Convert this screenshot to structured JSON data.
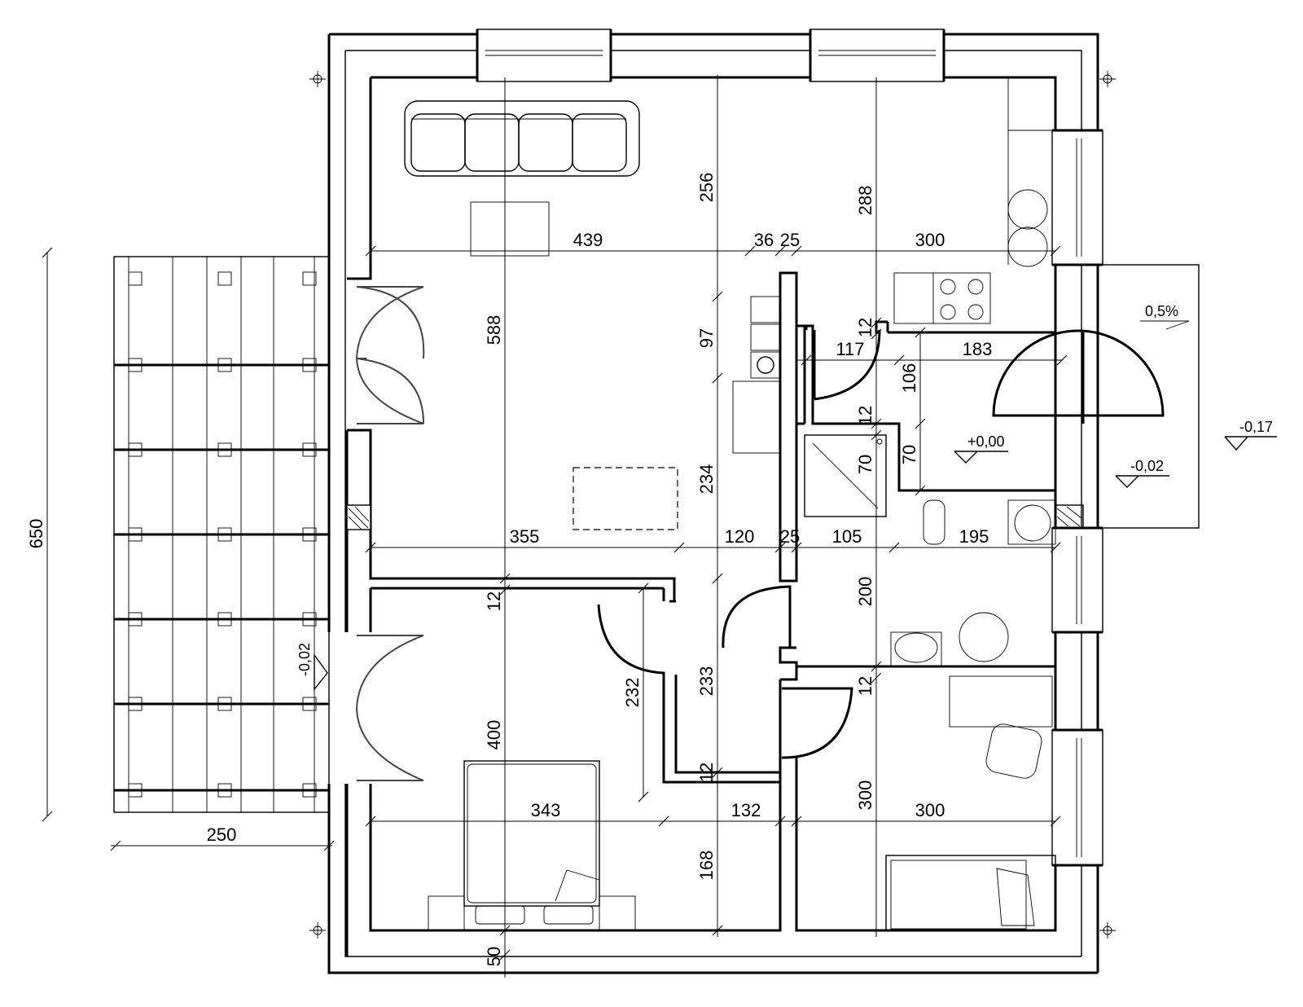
{
  "dimensions": {
    "overall_height": "650",
    "terrace_width": "250",
    "living_width": "439",
    "wall_36": "36",
    "wall_25_top": "25",
    "kitchen_width": "300",
    "living_depth": "588",
    "living_top": "256",
    "kitchen_depth": "288",
    "hall_97": "97",
    "hall_234": "234",
    "d_12a": "12",
    "pantry_117": "117",
    "hall_183": "183",
    "hall_106": "106",
    "d_12b": "12",
    "shower_70a": "70",
    "shower_70b": "70",
    "bed_355": "355",
    "hall_120": "120",
    "wall_25_mid": "25",
    "bath_105": "105",
    "bath_195": "195",
    "d_12c": "12",
    "bath_200": "200",
    "bed_232": "232",
    "hall_233": "233",
    "d_12d": "12",
    "bed_400": "400",
    "d_12e": "12",
    "bed_343": "343",
    "hall_132": "132",
    "bed2_300a": "300",
    "bed2_300b": "300",
    "bed_168": "168",
    "wall_50": "50"
  },
  "levels": {
    "floor": "+0,00",
    "entrance": "-0,02",
    "outside": "-0,17",
    "terrace": "-0,02",
    "slope": "0,5%"
  }
}
